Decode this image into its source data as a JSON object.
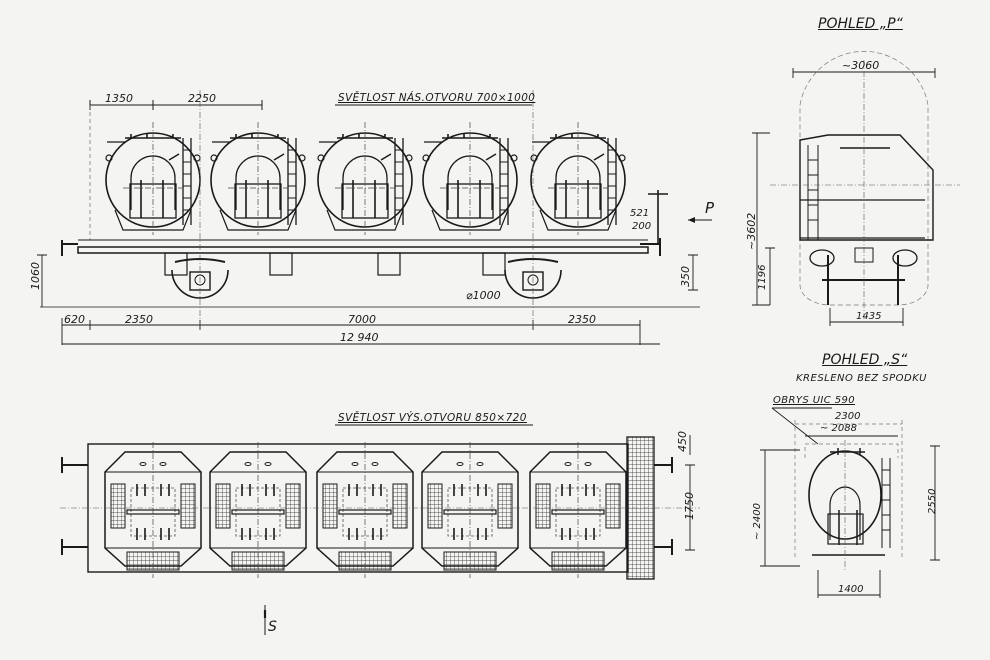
{
  "side_view": {
    "opening_label": "SVĚTLOST NÁS.OTVORU 700×1000",
    "dims": {
      "d1350": "1350",
      "d2250": "2250",
      "d521": "521",
      "d200": "200",
      "d1060": "1060",
      "d350": "350",
      "wheel": "⌀1000",
      "d620": "620",
      "d2350_left": "2350",
      "d7000": "7000",
      "d2350_right": "2350",
      "d12940": "12 940"
    },
    "view_marker_p": "P"
  },
  "plan_view": {
    "opening_label": "SVĚTLOST VÝS.OTVORU 850×720",
    "dims": {
      "d450": "450",
      "d1750": "1750"
    },
    "view_marker_s": "S"
  },
  "view_p": {
    "title": "POHLED „P“",
    "dims": {
      "width": "~3060",
      "height": "~3602",
      "d1196": "1196",
      "gauge": "1435"
    }
  },
  "view_s": {
    "title": "POHLED „S“",
    "subtitle": "KRESLENO BEZ SPODKU",
    "profile_note": "OBRYS UIC 590",
    "dims": {
      "d2300": "2300",
      "d2088": "~ 2088",
      "d2400": "~ 2400",
      "d2550": "2550",
      "d1400": "1400"
    }
  },
  "colors": {
    "paper": "#f4f4f2",
    "ink": "#1a1a1a"
  }
}
